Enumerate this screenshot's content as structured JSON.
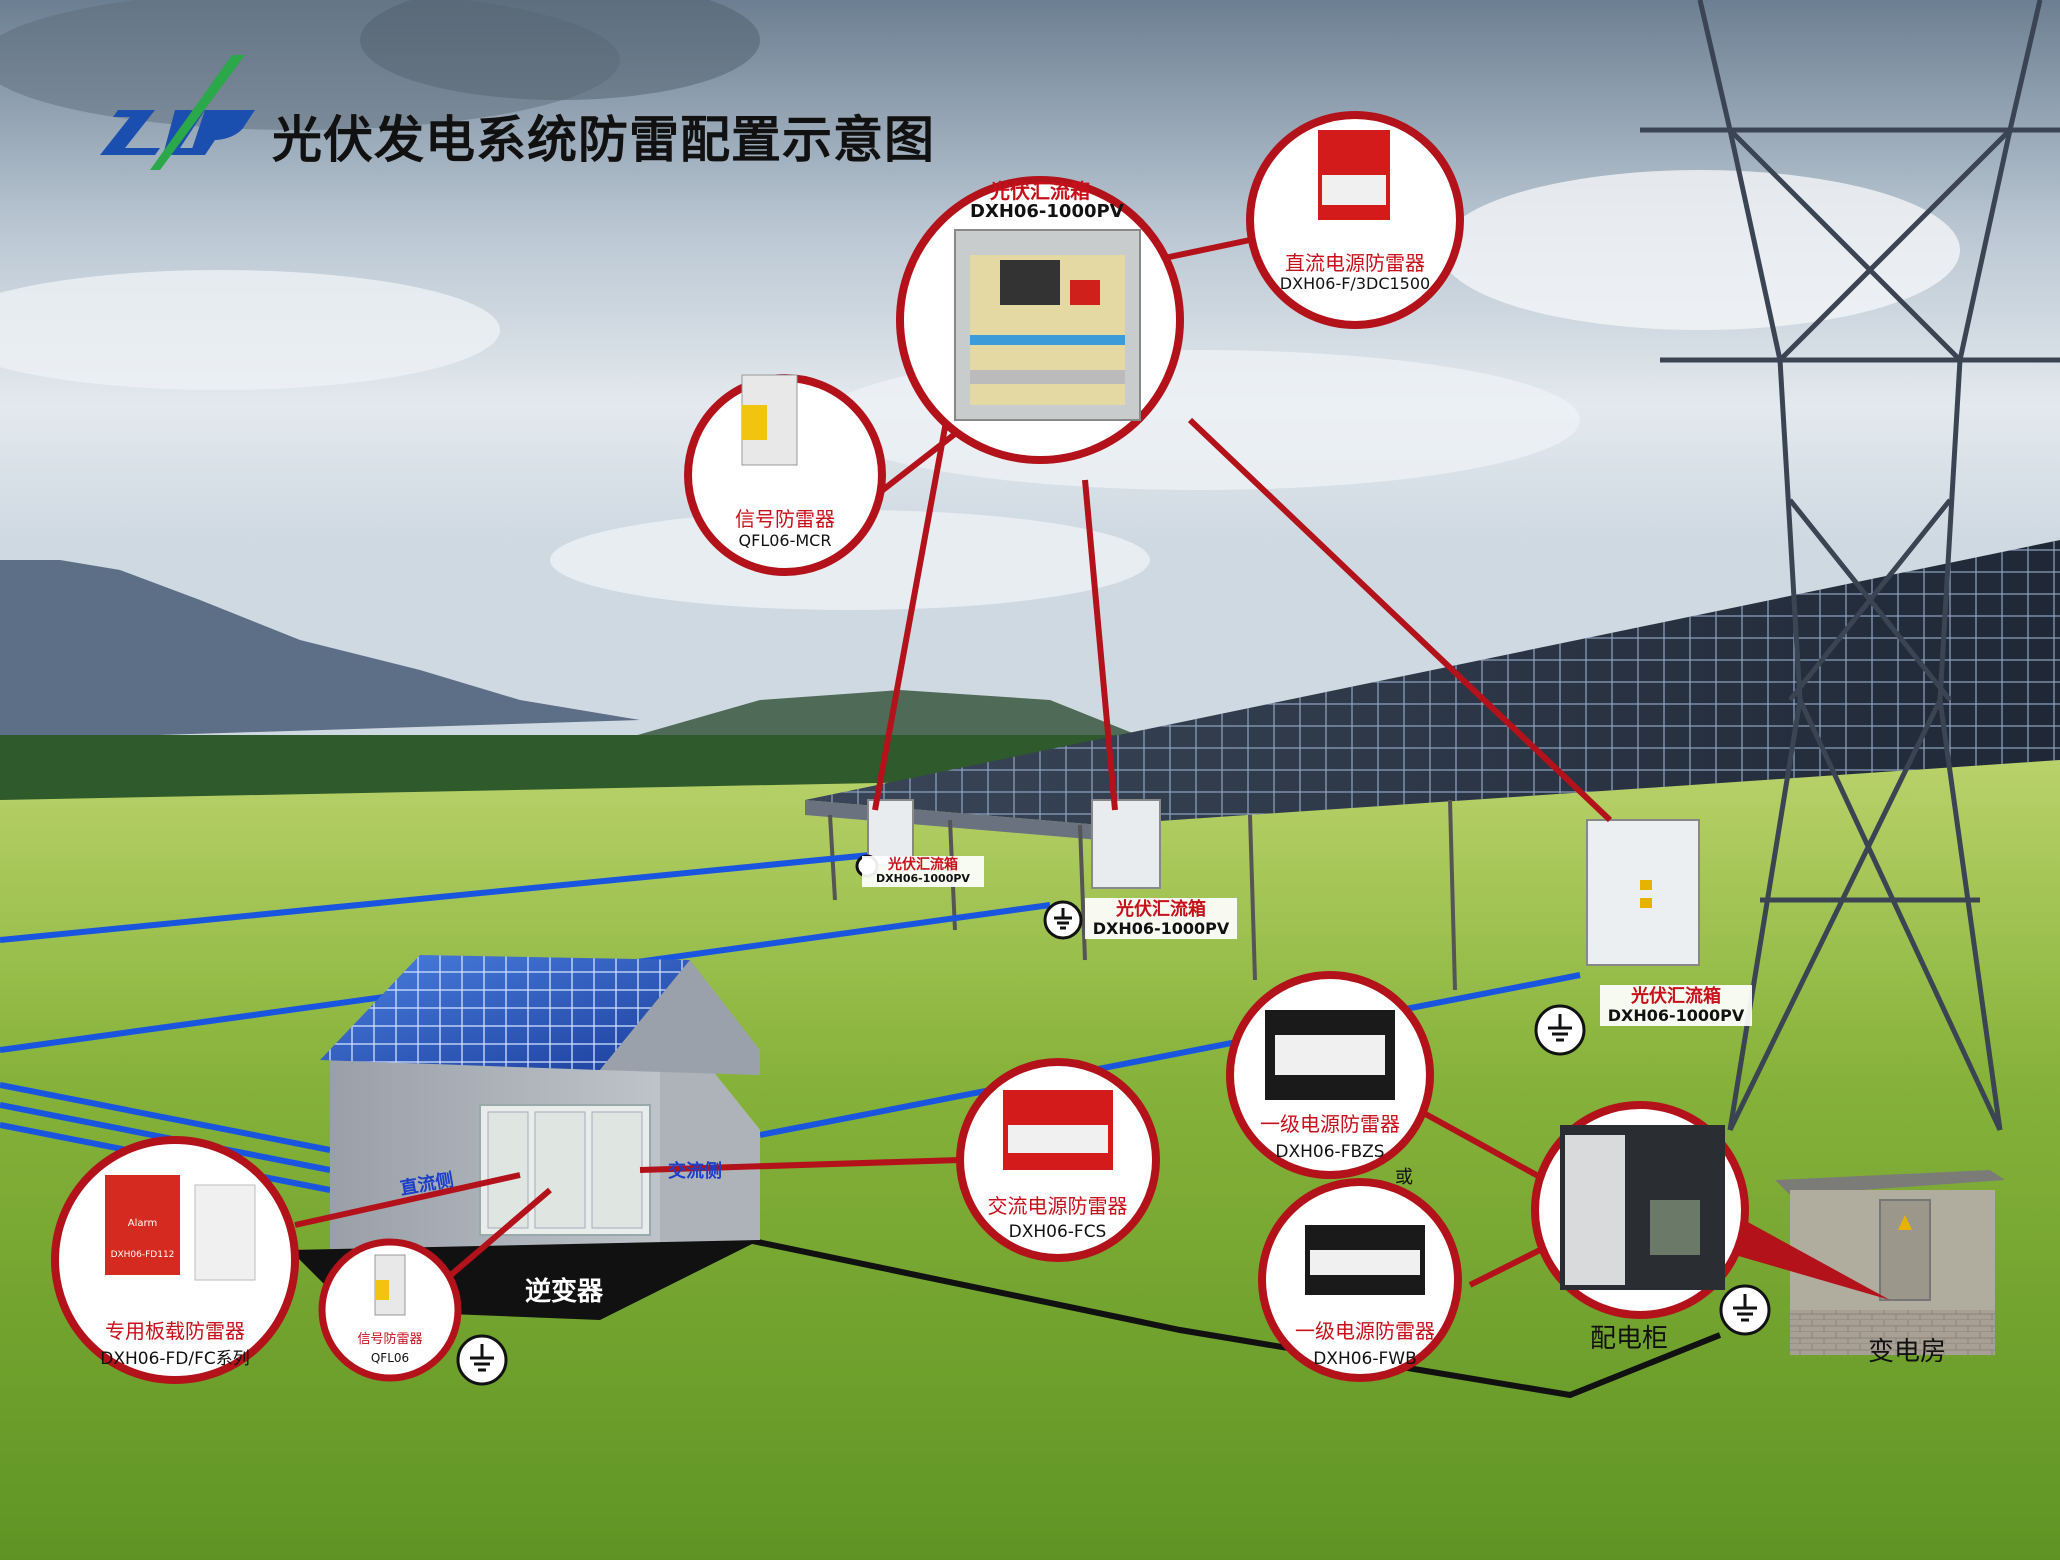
{
  "header": {
    "title": "光伏发电系统防雷配置示意图"
  },
  "combiner_main": {
    "name": "光伏汇流箱",
    "model": "DXH06-1000PV"
  },
  "dc_spd": {
    "name": "直流电源防雷器",
    "model": "DXH06-F/3DC1500"
  },
  "signal_spd_top": {
    "name": "信号防雷器",
    "model": "QFL06-MCR"
  },
  "combiner_boxes": [
    {
      "name": "光伏汇流箱",
      "model": "DXH06-1000PV"
    },
    {
      "name": "光伏汇流箱",
      "model": "DXH06-1000PV"
    },
    {
      "name": "光伏汇流箱",
      "model": "DXH06-1000PV"
    }
  ],
  "board_spd": {
    "name": "专用板载防雷器",
    "model": "DXH06-FD/FC系列",
    "device_text_1": "Alarm",
    "device_text_2": "DXH06-FD112"
  },
  "signal_spd_small": {
    "name": "信号防雷器",
    "model": "QFL06"
  },
  "inverter": {
    "name": "逆变器",
    "dc_side": "直流侧",
    "ac_side": "交流侧"
  },
  "ac_spd": {
    "name": "交流电源防雷器",
    "model": "DXH06-FCS"
  },
  "level1_spd_a": {
    "name": "一级电源防雷器",
    "model": "DXH06-FBZS"
  },
  "or_text": "或",
  "level1_spd_b": {
    "name": "一级电源防雷器",
    "model": "DXH06-FWB"
  },
  "distribution_cabinet": {
    "name": "配电柜"
  },
  "substation": {
    "name": "变电房"
  },
  "colors": {
    "accent_red": "#c8101a",
    "cable_blue": "#1a55e0",
    "ground_black": "#111111",
    "logo_blue": "#1a4fb0",
    "logo_green": "#2aa84a"
  }
}
